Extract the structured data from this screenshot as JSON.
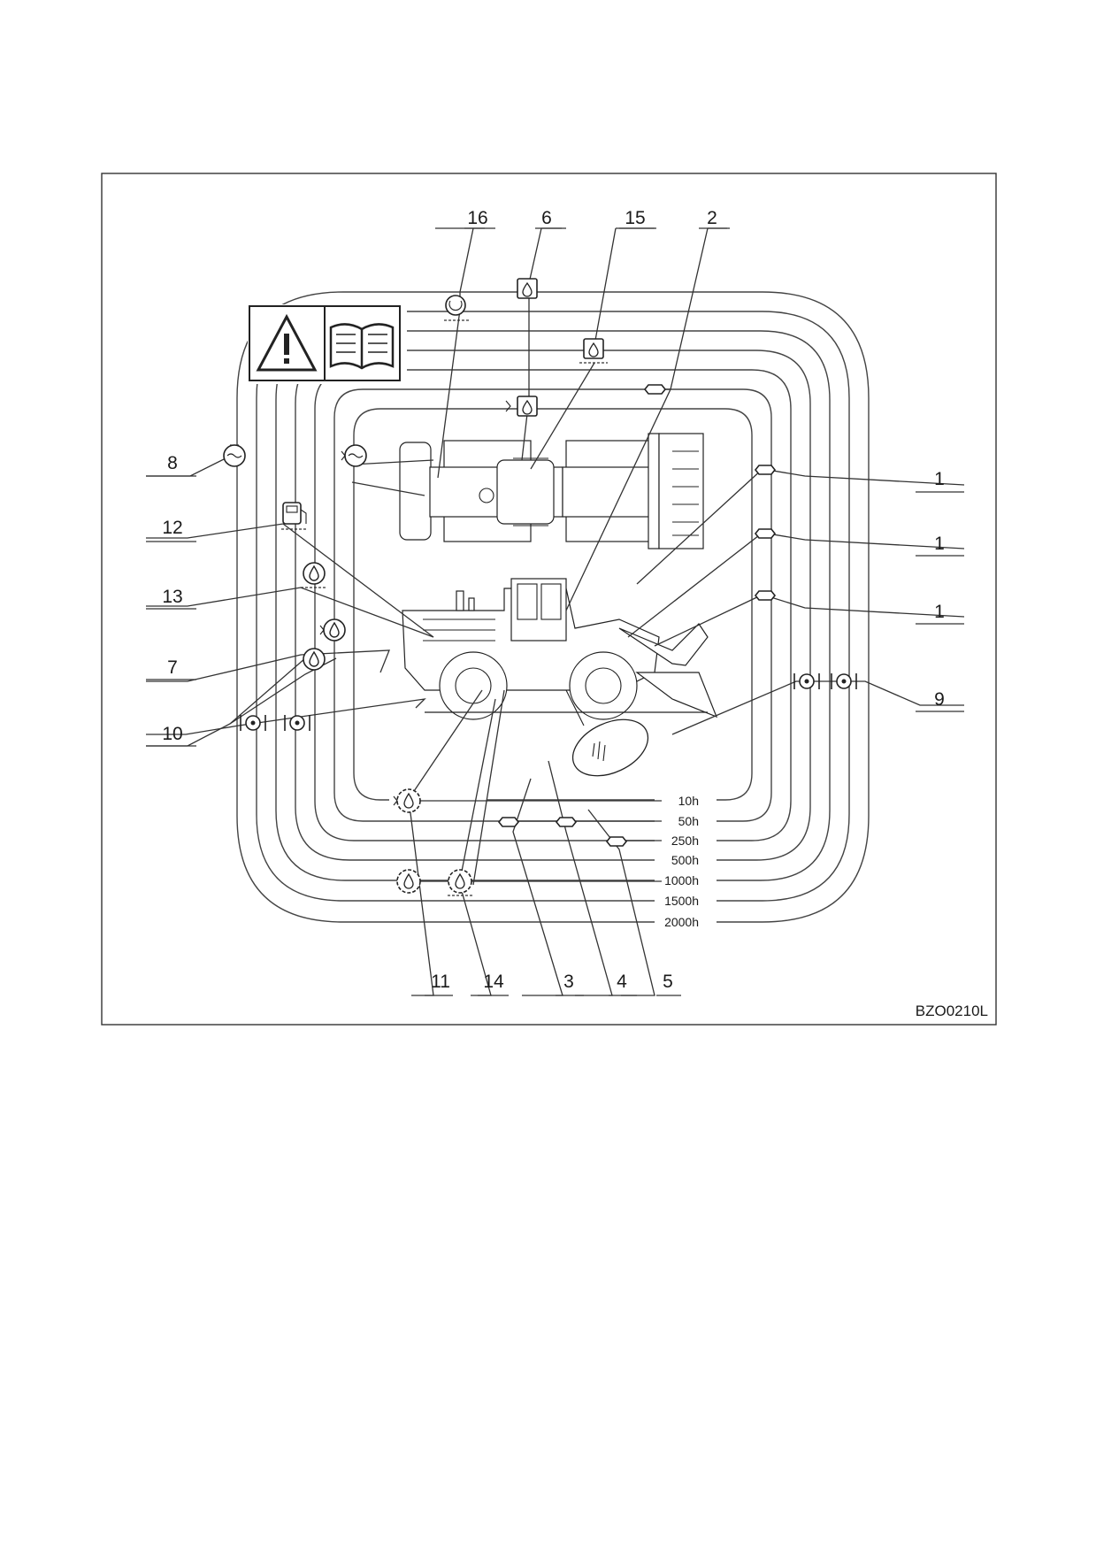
{
  "figure_ref": "BZO0210L",
  "callouts": {
    "c16": "16",
    "c6": "6",
    "c15": "15",
    "c2": "2",
    "c8": "8",
    "c12": "12",
    "c13": "13",
    "c7": "7",
    "c10": "10",
    "c1a": "1",
    "c1b": "1",
    "c1c": "1",
    "c9": "9",
    "c11": "11",
    "c14": "14",
    "c3": "3",
    "c4": "4",
    "c5": "5"
  },
  "intervals": [
    "10h",
    "50h",
    "250h",
    "500h",
    "1000h",
    "1500h",
    "2000h"
  ],
  "icons": {
    "warning": "warning-triangle-icon",
    "manual": "open-book-icon",
    "grease": "grease-nipple-icon",
    "oil": "oil-drop-icon",
    "fuel": "fuel-pump-icon",
    "coolant": "radiator-coolant-icon",
    "gear": "gear-oil-icon",
    "filter": "filter-icon"
  }
}
